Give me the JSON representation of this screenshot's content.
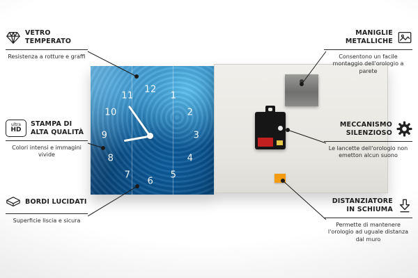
{
  "product": {
    "name": "glass-wall-clock",
    "clock": {
      "numbers": [
        "12",
        "1",
        "2",
        "3",
        "4",
        "5",
        "6",
        "7",
        "8",
        "9",
        "10",
        "11"
      ]
    },
    "colors": {
      "front_blue_dark": "#0b4c86",
      "front_blue_light": "#3f9fd8",
      "back_panel": "#e7e6e1",
      "mechanism_black": "#161616",
      "battery_red": "#c3201f",
      "foam_orange": "#f39c12",
      "line_black": "#1a1a1a"
    }
  },
  "callouts": {
    "vetro": {
      "title": "VETRO TEMPERATO",
      "desc": "Resistenza a rotture e graffi",
      "icon": "diamond-icon"
    },
    "stampa": {
      "title": "STAMPA DI ALTA QUALITÀ",
      "desc": "Colori intensi e immagini vivide",
      "icon": "ultra-hd-badge",
      "badge_line1": "ultra",
      "badge_line2": "HD"
    },
    "bordi": {
      "title": "BORDI LUCIDATI",
      "desc": "Superficie liscia e sicura",
      "icon": "polished-edge-icon"
    },
    "maniglie": {
      "title": "MANIGLIE METALLICHE",
      "desc": "Consentono un facile montaggio dell'orologio a parete",
      "icon": "picture-frame-icon"
    },
    "meccanismo": {
      "title": "MECCANISMO SILENZIOSO",
      "desc": "Le lancette dell'orologio non emetton alcun suono",
      "icon": "gear-icon"
    },
    "distanziatore": {
      "title": "DISTANZIATORE IN SCHIUMA",
      "desc": "Permette di mantenere l'orologio ad uguale distanza dal muro",
      "icon": "foam-spacer-icon"
    }
  }
}
